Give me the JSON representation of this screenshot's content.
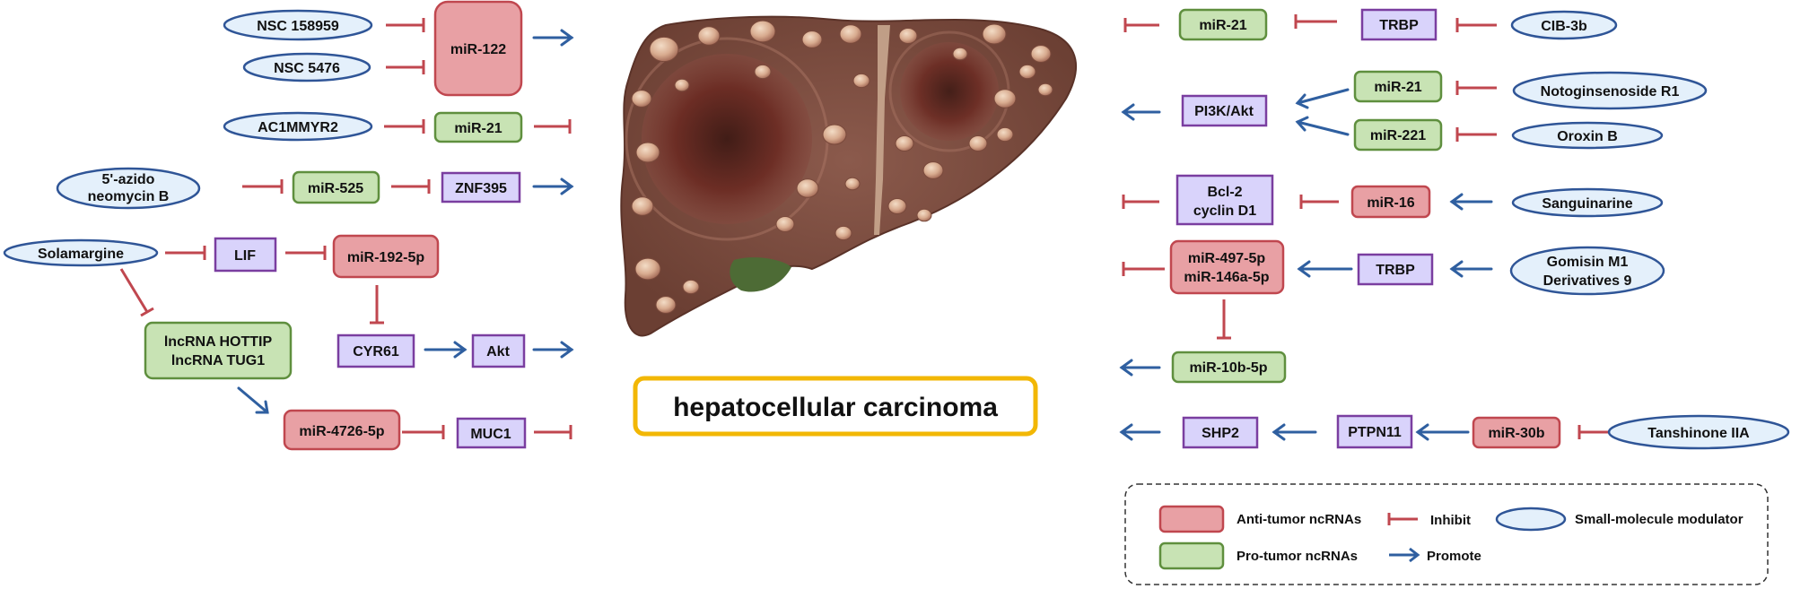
{
  "title": "hepatocellular carcinoma",
  "colors": {
    "anti_fill": "#e8a0a4",
    "anti_stroke": "#c0474f",
    "pro_fill": "#c8e3b4",
    "pro_stroke": "#5f8f3e",
    "target_fill": "#d9d3fb",
    "target_stroke": "#7a3ea0",
    "molecule_fill": "#e4f0fb",
    "molecule_stroke": "#2f5597",
    "inhibit": "#c0474f",
    "promote": "#2f5fa0",
    "title_border": "#f2b705"
  },
  "nodes": {
    "nsc158959": "NSC 158959",
    "nsc5476": "NSC 5476",
    "mir122": "miR-122",
    "ac1mmyr2": "AC1MMYR2",
    "mir21_left": "miR-21",
    "azido_line1": "5'-azido",
    "azido_line2": "neomycin B",
    "mir525": "miR-525",
    "znf395": "ZNF395",
    "solamargine": "Solamargine",
    "lif": "LIF",
    "mir192": "miR-192-5p",
    "lnc_line1": "lncRNA HOTTIP",
    "lnc_line2": "lncRNA TUG1",
    "cyr61": "CYR61",
    "akt": "Akt",
    "mir4726": "miR-4726-5p",
    "muc1": "MUC1",
    "mir21_top": "miR-21",
    "trbp_top": "TRBP",
    "cib3b": "CIB-3b",
    "pi3k": "PI3K/Akt",
    "mir21_mid": "miR-21",
    "notoginsenoside": "Notoginsenoside R1",
    "mir221": "miR-221",
    "oroxin": "Oroxin B",
    "bcl_line1": "Bcl-2",
    "bcl_line2": "cyclin D1",
    "mir16": "miR-16",
    "sanguinarine": "Sanguinarine",
    "mir497_line1": "miR-497-5p",
    "mir497_line2": "miR-146a-5p",
    "trbp_mid": "TRBP",
    "gomisin_line1": "Gomisin M1",
    "gomisin_line2": "Derivatives 9",
    "mir10b": "miR-10b-5p",
    "shp2": "SHP2",
    "ptpn11": "PTPN11",
    "mir30b": "miR-30b",
    "tanshinone": "Tanshinone IIA"
  },
  "legend": {
    "anti": "Anti-tumor ncRNAs",
    "pro": "Pro-tumor ncRNAs",
    "inhibit": "Inhibit",
    "promote": "Promote",
    "molecule": "Small-molecule modulator"
  }
}
